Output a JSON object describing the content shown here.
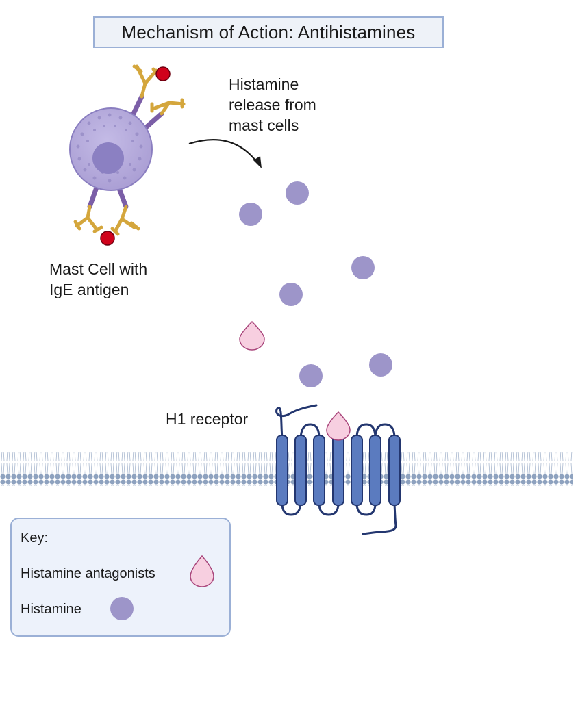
{
  "title": "Mechanism of Action: Antihistamines",
  "labels": {
    "histamine_release": "Histamine\nrelease from\nmast cells",
    "mast_cell": "Mast Cell with\nIgE antigen",
    "h1_receptor": "H1 receptor"
  },
  "key": {
    "heading": "Key:",
    "antagonists_label": "Histamine antagonists",
    "histamine_label": "Histamine"
  },
  "colors": {
    "histamine": "#9d95c9",
    "antagonist_fill": "#f7cfe0",
    "antagonist_stroke": "#a8447a",
    "receptor": "#5b7bbf",
    "receptor_line": "#23366f",
    "antibody": "#d4a63c",
    "antigen": "#d0021b",
    "mast_cell": "#b0a6d8",
    "membrane_head": "#8ea2bf"
  }
}
